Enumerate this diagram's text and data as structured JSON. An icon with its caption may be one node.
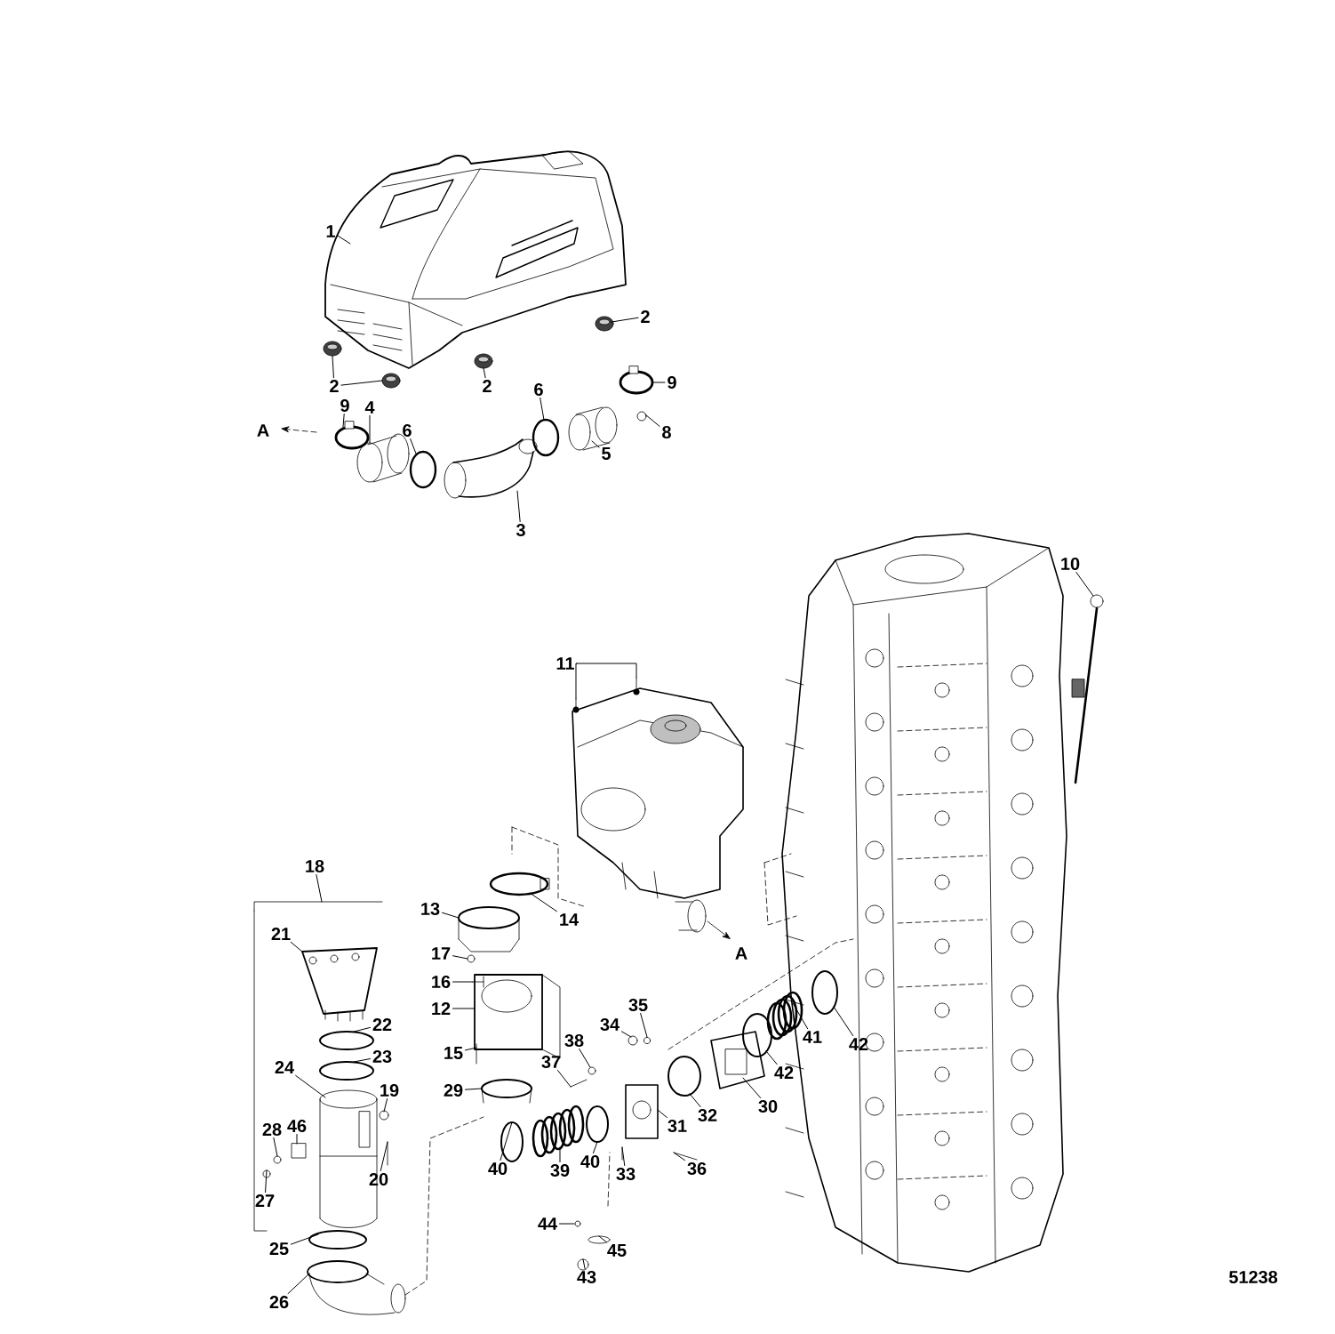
{
  "diagram": {
    "nodes": [
      {
        "text": [
          "1"
        ]
      },
      {
        "text": [
          "2"
        ]
      },
      {
        "text": [
          "2"
        ]
      },
      {
        "text": [
          "2"
        ]
      },
      {
        "text": [
          "9"
        ]
      },
      {
        "text": [
          "6"
        ]
      },
      {
        "text": [
          "9"
        ]
      },
      {
        "text": [
          "4"
        ]
      },
      {
        "text": [
          "8"
        ]
      },
      {
        "text": [
          "6"
        ]
      },
      {
        "text": [
          "5"
        ]
      },
      {
        "text": [
          "3"
        ]
      },
      {
        "text": [
          "10"
        ]
      },
      {
        "text": [
          "11"
        ]
      },
      {
        "text": [
          "18"
        ]
      },
      {
        "text": [
          "13"
        ]
      },
      {
        "text": [
          "14"
        ]
      },
      {
        "text": [
          "21"
        ]
      },
      {
        "text": [
          "17"
        ]
      },
      {
        "text": [
          "16"
        ]
      },
      {
        "text": [
          "35"
        ]
      },
      {
        "text": [
          "12"
        ]
      },
      {
        "text": [
          "22"
        ]
      },
      {
        "text": [
          "34"
        ]
      },
      {
        "text": [
          "41"
        ]
      },
      {
        "text": [
          "38"
        ]
      },
      {
        "text": [
          "42"
        ]
      },
      {
        "text": [
          "15"
        ]
      },
      {
        "text": [
          "23"
        ]
      },
      {
        "text": [
          "42"
        ]
      },
      {
        "text": [
          "37"
        ]
      },
      {
        "text": [
          "24"
        ]
      },
      {
        "text": [
          "19"
        ]
      },
      {
        "text": [
          "29"
        ]
      },
      {
        "text": [
          "30"
        ]
      },
      {
        "text": [
          "32"
        ]
      },
      {
        "text": [
          "46"
        ]
      },
      {
        "text": [
          "28"
        ]
      },
      {
        "text": [
          "31"
        ]
      },
      {
        "text": [
          "40"
        ]
      },
      {
        "text": [
          "40"
        ]
      },
      {
        "text": [
          "36"
        ]
      },
      {
        "text": [
          "39"
        ]
      },
      {
        "text": [
          "33"
        ]
      },
      {
        "text": [
          "20"
        ]
      },
      {
        "text": [
          "27"
        ]
      },
      {
        "text": [
          "44"
        ]
      },
      {
        "text": [
          "25"
        ]
      },
      {
        "text": [
          "45"
        ]
      },
      {
        "text": [
          "43"
        ]
      },
      {
        "text": [
          "26"
        ]
      },
      {
        "text": [],
        "shape": "bracket"
      },
      {
        "text": [],
        "shape": "picture"
      },
      {
        "text": [],
        "shape": "picture"
      },
      {
        "text": [],
        "shape": "picture"
      },
      {
        "text": [],
        "shape": "picture"
      },
      {
        "text": [],
        "shape": "picture"
      },
      {
        "text": [],
        "shape": "circle"
      },
      {
        "text": [],
        "shape": "circle"
      },
      {
        "text": [],
        "shape": "circle"
      },
      {
        "text": [],
        "shape": "picture"
      },
      {
        "text": [],
        "shape": "picture"
      },
      {
        "text": [],
        "shape": "circle"
      },
      {
        "text": [],
        "shape": "picture"
      },
      {
        "text": [],
        "shape": "picture"
      },
      {
        "text": [],
        "shape": "picture"
      },
      {
        "text": [],
        "shape": "picture"
      },
      {
        "text": [],
        "shape": "picture"
      },
      {
        "text": [],
        "shape": "picture"
      },
      {
        "text": [],
        "shape": "circle"
      },
      {
        "text": [],
        "shape": "picture"
      },
      {
        "text": [],
        "shape": "picture"
      },
      {
        "text": [],
        "shape": "picture"
      },
      {
        "text": [],
        "shape": "picture"
      },
      {
        "text": [],
        "shape": "picture"
      },
      {
        "text": [],
        "shape": "circle"
      },
      {
        "text": [],
        "shape": "picture"
      },
      {
        "text": [],
        "shape": "picture"
      },
      {
        "text": [],
        "shape": "picture"
      },
      {
        "text": [],
        "shape": "circle"
      },
      {
        "text": [],
        "shape": "picture"
      },
      {
        "text": [],
        "shape": "circle"
      },
      {
        "text": [],
        "shape": "circle"
      },
      {
        "text": [],
        "shape": "picture"
      },
      {
        "text": [],
        "shape": "picture"
      },
      {
        "text": [],
        "shape": "picture"
      },
      {
        "text": [],
        "shape": "circle"
      },
      {
        "text": [],
        "shape": "picture"
      },
      {
        "text": [],
        "shape": "circle"
      },
      {
        "text": [],
        "shape": "box"
      },
      {
        "text": [],
        "shape": "picture"
      },
      {
        "text": [],
        "shape": "picture"
      },
      {
        "text": [],
        "shape": "circle"
      },
      {
        "text": [],
        "shape": "circle"
      },
      {
        "text": [],
        "shape": "picture"
      },
      {
        "text": [],
        "shape": "picture"
      },
      {
        "text": [],
        "shape": "picture"
      },
      {
        "text": [],
        "shape": "picture"
      },
      {
        "text": [],
        "shape": "picture"
      },
      {
        "text": [],
        "shape": "picture"
      },
      {
        "text": [],
        "shape": "circle"
      },
      {
        "text": [],
        "shape": "picture"
      },
      {
        "text": [],
        "shape": "picture"
      },
      {
        "text": [],
        "shape": "picture"
      }
    ],
    "edges": [
      {
        "from": 0,
        "to": 52,
        "arrow": "none"
      },
      {
        "from": 1,
        "to": 53,
        "arrow": "none"
      },
      {
        "from": 2,
        "to": 54,
        "arrow": "none"
      },
      {
        "from": 2,
        "to": 55,
        "arrow": "none"
      },
      {
        "from": 3,
        "to": 56,
        "arrow": "none"
      },
      {
        "from": 4,
        "to": 57,
        "arrow": "none"
      },
      {
        "from": 5,
        "to": 58,
        "arrow": "none"
      },
      {
        "from": 6,
        "to": 59,
        "arrow": "none"
      },
      {
        "from": 7,
        "to": 60,
        "arrow": "none"
      },
      {
        "from": 8,
        "to": 61,
        "arrow": "none"
      },
      {
        "from": 9,
        "to": 62,
        "arrow": "none"
      },
      {
        "from": 10,
        "to": 63,
        "arrow": "none"
      },
      {
        "from": 11,
        "to": 64,
        "arrow": "none"
      },
      {
        "from": 12,
        "to": 65,
        "arrow": "none"
      },
      {
        "from": 13,
        "to": 66,
        "arrow": "none"
      },
      {
        "from": 13,
        "to": 67,
        "arrow": "none"
      },
      {
        "from": 14,
        "to": 51,
        "arrow": "none"
      },
      {
        "from": 15,
        "to": 68,
        "arrow": "none"
      },
      {
        "from": 16,
        "to": 69,
        "arrow": "none"
      },
      {
        "from": 17,
        "to": 70,
        "arrow": "none"
      },
      {
        "from": 18,
        "to": 71,
        "arrow": "none"
      },
      {
        "from": 19,
        "to": 72,
        "arrow": "none"
      },
      {
        "from": 20,
        "to": 73,
        "arrow": "none"
      },
      {
        "from": 21,
        "to": 74,
        "arrow": "none"
      },
      {
        "from": 22,
        "to": 75,
        "arrow": "none"
      },
      {
        "from": 23,
        "to": 76,
        "arrow": "none"
      },
      {
        "from": 24,
        "to": 77,
        "arrow": "none"
      },
      {
        "from": 25,
        "to": 78,
        "arrow": "none"
      },
      {
        "from": 26,
        "to": 79,
        "arrow": "none"
      },
      {
        "from": 27,
        "to": 80,
        "arrow": "none"
      },
      {
        "from": 28,
        "to": 81,
        "arrow": "none"
      },
      {
        "from": 29,
        "to": 82,
        "arrow": "none"
      },
      {
        "from": 30,
        "to": 83,
        "arrow": "none"
      },
      {
        "from": 31,
        "to": 84,
        "arrow": "none"
      },
      {
        "from": 32,
        "to": 85,
        "arrow": "none"
      },
      {
        "from": 33,
        "to": 86,
        "arrow": "none"
      },
      {
        "from": 34,
        "to": 87,
        "arrow": "none"
      },
      {
        "from": 35,
        "to": 88,
        "arrow": "none"
      },
      {
        "from": 36,
        "to": 89,
        "arrow": "none"
      },
      {
        "from": 37,
        "to": 90,
        "arrow": "none"
      },
      {
        "from": 38,
        "to": 91,
        "arrow": "none"
      },
      {
        "from": 39,
        "to": 92,
        "arrow": "none"
      },
      {
        "from": 40,
        "to": 93,
        "arrow": "none"
      },
      {
        "from": 41,
        "to": 94,
        "arrow": "none"
      },
      {
        "from": 42,
        "to": 95,
        "arrow": "none"
      },
      {
        "from": 43,
        "to": 96,
        "arrow": "none"
      },
      {
        "from": 44,
        "to": 97,
        "arrow": "none"
      },
      {
        "from": 45,
        "to": 98,
        "arrow": "none"
      },
      {
        "from": 46,
        "to": 99,
        "arrow": "none"
      },
      {
        "from": 47,
        "to": 100,
        "arrow": "none"
      },
      {
        "from": 48,
        "to": 101,
        "arrow": "none"
      },
      {
        "from": 49,
        "to": 102,
        "arrow": "none"
      },
      {
        "from": 50,
        "to": 103,
        "arrow": "none"
      }
    ],
    "labels": [
      "A",
      "A",
      "51238"
    ]
  }
}
